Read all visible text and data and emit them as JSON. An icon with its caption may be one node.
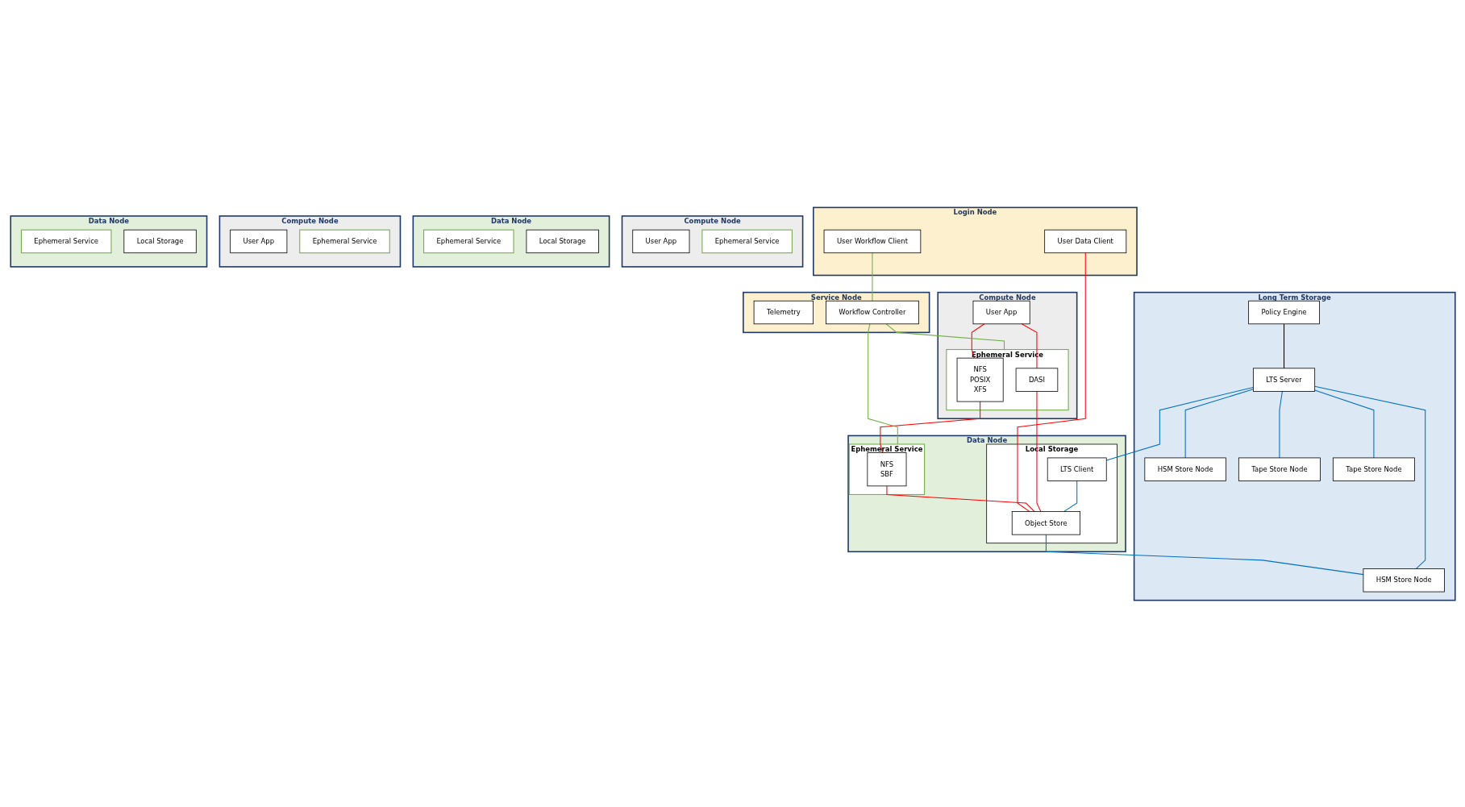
{
  "diagram": {
    "nodes": [
      {
        "text": [
          "Login Node"
        ]
      },
      {
        "text": [
          "User Data Client"
        ],
        "in": 0
      },
      {
        "text": [
          "User Workflow Client"
        ],
        "in": 0
      },
      {
        "text": [
          "Service Node"
        ]
      },
      {
        "text": [
          "Telemetry"
        ],
        "in": 3
      },
      {
        "text": [
          "Workflow Controller"
        ],
        "in": 3
      },
      {
        "text": [
          "Long Term Storage"
        ]
      },
      {
        "text": [
          "Policy Engine"
        ],
        "in": 6
      },
      {
        "text": [
          "LTS Server"
        ],
        "in": 6
      },
      {
        "text": [
          "HSM Store Node"
        ],
        "in": 6
      },
      {
        "text": [
          "HSM Store Node"
        ],
        "in": 6
      },
      {
        "text": [
          "Tape Store Node"
        ],
        "in": 6
      },
      {
        "text": [
          "Tape Store Node"
        ],
        "in": 6
      },
      {
        "text": [
          "Compute Node"
        ]
      },
      {
        "text": [
          "User App"
        ],
        "in": 13
      },
      {
        "text": [
          "Ephemeral Service"
        ],
        "in": 13
      },
      {
        "text": [
          "NFS",
          "POSIX",
          "XFS"
        ],
        "in": 15
      },
      {
        "text": [
          "DASI"
        ],
        "in": 15
      },
      {
        "text": [
          "Data Node"
        ]
      },
      {
        "text": [
          "Ephemeral Service"
        ],
        "in": 18
      },
      {
        "text": [
          "NFS",
          "SBF"
        ],
        "in": 19
      },
      {
        "text": [
          "Local Storage"
        ],
        "in": 18
      },
      {
        "text": [
          "LTS Client"
        ],
        "in": 21
      },
      {
        "text": [
          "Object Store"
        ],
        "in": 21
      },
      {
        "text": [
          "Compute Node"
        ]
      },
      {
        "text": [
          "User App"
        ],
        "in": 24
      },
      {
        "text": [
          "Ephemeral Service"
        ],
        "in": 24
      },
      {
        "text": [
          "Data Node"
        ]
      },
      {
        "text": [
          "Ephemeral Service"
        ],
        "in": 27
      },
      {
        "text": [
          "Local Storage"
        ],
        "in": 27
      },
      {
        "text": [
          "Compute Node"
        ]
      },
      {
        "text": [
          "User App"
        ],
        "in": 30
      },
      {
        "text": [
          "Ephemeral Service"
        ],
        "in": 30
      },
      {
        "text": [
          "Data Node"
        ]
      },
      {
        "text": [
          "Ephemeral Service"
        ],
        "in": 33
      },
      {
        "text": [
          "Local Storage"
        ],
        "in": 33
      }
    ],
    "edges": [
      {
        "from": 2,
        "to": 5,
        "arrow": "none",
        "color": "#70ad47"
      },
      {
        "from": 5,
        "to": 15,
        "arrow": "none",
        "color": "#70ad47"
      },
      {
        "from": 5,
        "to": 19,
        "arrow": "none",
        "color": "#70ad47"
      },
      {
        "from": 1,
        "to": 23,
        "arrow": "none",
        "color": "#ff0000"
      },
      {
        "from": 14,
        "to": 16,
        "arrow": "none",
        "color": "#ff0000"
      },
      {
        "from": 14,
        "to": 17,
        "arrow": "none",
        "color": "#ff0000"
      },
      {
        "from": 16,
        "to": 20,
        "arrow": "none",
        "color": "#ff0000"
      },
      {
        "from": 20,
        "to": 23,
        "arrow": "none",
        "color": "#ff0000"
      },
      {
        "from": 17,
        "to": 23,
        "arrow": "none",
        "color": "#ff0000"
      },
      {
        "from": 7,
        "to": 8,
        "arrow": "none",
        "color": "#000000"
      },
      {
        "from": 8,
        "to": 22,
        "arrow": "none",
        "color": "#0070c0"
      },
      {
        "from": 22,
        "to": 23,
        "arrow": "none",
        "color": "#0070c0"
      },
      {
        "from": 23,
        "to": 10,
        "arrow": "none",
        "color": "#0070c0"
      },
      {
        "from": 8,
        "to": 9,
        "arrow": "none",
        "color": "#0070c0"
      },
      {
        "from": 8,
        "to": 10,
        "arrow": "none",
        "color": "#0070c0"
      },
      {
        "from": 8,
        "to": 11,
        "arrow": "none",
        "color": "#0070c0"
      },
      {
        "from": 8,
        "to": 12,
        "arrow": "none",
        "color": "#0070c0"
      }
    ]
  }
}
